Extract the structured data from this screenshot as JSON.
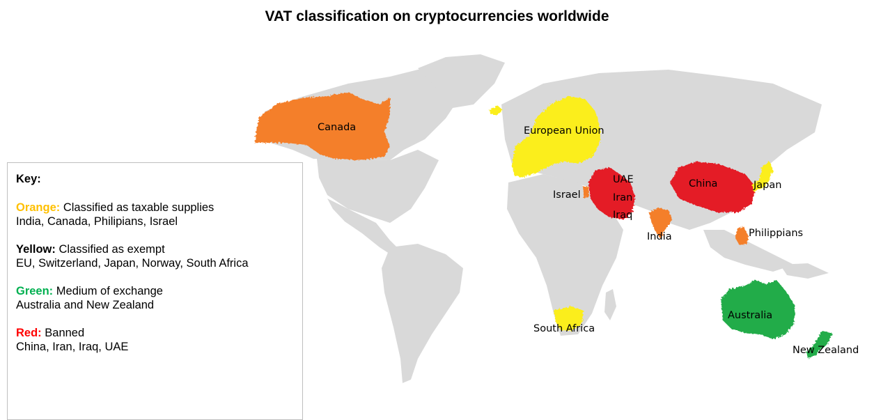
{
  "title": "VAT classification on cryptocurrencies worldwide",
  "colors": {
    "land": "#d9d9d9",
    "orange": "#f47f2c",
    "yellow": "#fbee1f",
    "green": "#22ac4a",
    "red": "#e41e26",
    "orange_key_text": "#ffc000",
    "yellow_key_text": "#000000",
    "green_key_text": "#00b050",
    "red_key_text": "#ff0000"
  },
  "labels": {
    "canada": "Canada",
    "eu": "European Union",
    "uae": "UAE",
    "israel": "Israel",
    "iran": "Iran",
    "iraq": "Iraq",
    "china": "China",
    "japan": "Japan",
    "india": "India",
    "philippines": "Philippians",
    "south_africa": "South Africa",
    "australia": "Australia",
    "new_zealand": "New Zealand"
  },
  "key": {
    "heading": "Key:",
    "groups": [
      {
        "color_name": "Orange:",
        "description": " Classified as taxable supplies",
        "countries": "India, Canada, Philipians, Israel"
      },
      {
        "color_name": "Yellow:",
        "description": " Classified as exempt",
        "countries": "EU, Switzerland, Japan, Norway, South Africa"
      },
      {
        "color_name": "Green:",
        "description": " Medium of exchange",
        "countries": "Australia and New Zealand"
      },
      {
        "color_name": "Red:",
        "description": " Banned",
        "countries": "China, Iran, Iraq, UAE"
      }
    ]
  }
}
